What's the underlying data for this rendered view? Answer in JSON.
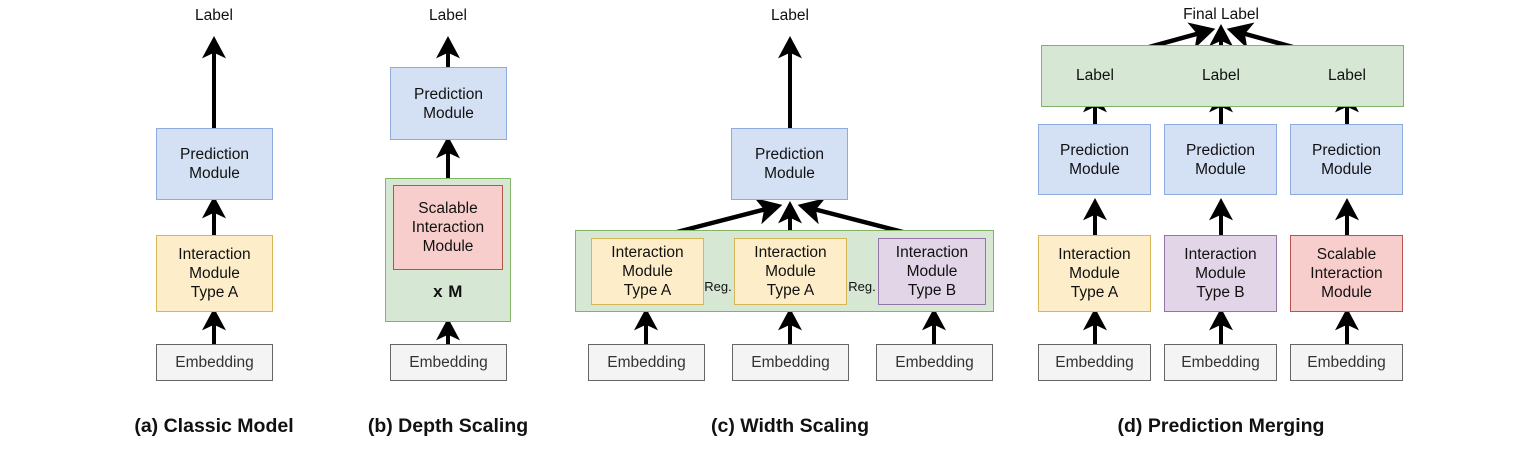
{
  "figure": {
    "panels": [
      {
        "id": "a",
        "caption": "(a) Classic Model",
        "label_top": "Label",
        "nodes": [
          {
            "name": "prediction-module",
            "lines": [
              "Prediction",
              "Module"
            ],
            "color": "#d4e1f5"
          },
          {
            "name": "interaction-module-type-a",
            "lines": [
              "Interaction",
              "Module",
              "Type A"
            ],
            "color": "#fdeec9"
          },
          {
            "name": "embedding",
            "lines": [
              "Embedding"
            ],
            "color": "#f4f4f4"
          }
        ]
      },
      {
        "id": "b",
        "caption": "(b) Depth Scaling",
        "label_top": "Label",
        "repeat_label": "x M",
        "nodes": [
          {
            "name": "prediction-module",
            "lines": [
              "Prediction",
              "Module"
            ],
            "color": "#d4e1f5"
          },
          {
            "name": "scalable-interaction-module",
            "lines": [
              "Scalable",
              "Interaction",
              "Module"
            ],
            "color": "#f8cecc"
          },
          {
            "name": "embedding",
            "lines": [
              "Embedding"
            ],
            "color": "#f4f4f4"
          }
        ]
      },
      {
        "id": "c",
        "caption": "(c) Width Scaling",
        "label_top": "Label",
        "reg_labels": [
          "Reg.",
          "Reg."
        ],
        "nodes": [
          {
            "name": "prediction-module",
            "lines": [
              "Prediction",
              "Module"
            ],
            "color": "#d4e1f5"
          },
          {
            "name": "interaction-module-type-a-left",
            "lines": [
              "Interaction",
              "Module",
              "Type A"
            ],
            "color": "#fdeec9"
          },
          {
            "name": "interaction-module-type-a-center",
            "lines": [
              "Interaction",
              "Module",
              "Type A"
            ],
            "color": "#fdeec9"
          },
          {
            "name": "interaction-module-type-b",
            "lines": [
              "Interaction",
              "Module",
              "Type B"
            ],
            "color": "#e1d5e7"
          },
          {
            "name": "embedding-left",
            "lines": [
              "Embedding"
            ],
            "color": "#f4f4f4"
          },
          {
            "name": "embedding-center",
            "lines": [
              "Embedding"
            ],
            "color": "#f4f4f4"
          },
          {
            "name": "embedding-right",
            "lines": [
              "Embedding"
            ],
            "color": "#f4f4f4"
          }
        ]
      },
      {
        "id": "d",
        "caption": "(d) Prediction Merging",
        "label_top": "Final Label",
        "branch_labels": [
          "Label",
          "Label",
          "Label"
        ],
        "nodes": [
          {
            "name": "prediction-module-left",
            "lines": [
              "Prediction",
              "Module"
            ],
            "color": "#d4e1f5"
          },
          {
            "name": "prediction-module-center",
            "lines": [
              "Prediction",
              "Module"
            ],
            "color": "#d4e1f5"
          },
          {
            "name": "prediction-module-right",
            "lines": [
              "Prediction",
              "Module"
            ],
            "color": "#d4e1f5"
          },
          {
            "name": "interaction-module-type-a",
            "lines": [
              "Interaction",
              "Module",
              "Type A"
            ],
            "color": "#fdeec9"
          },
          {
            "name": "interaction-module-type-b",
            "lines": [
              "Interaction",
              "Module",
              "Type B"
            ],
            "color": "#e1d5e7"
          },
          {
            "name": "scalable-interaction-module",
            "lines": [
              "Scalable",
              "Interaction",
              "Module"
            ],
            "color": "#f8cecc"
          },
          {
            "name": "embedding-left",
            "lines": [
              "Embedding"
            ],
            "color": "#f4f4f4"
          },
          {
            "name": "embedding-center",
            "lines": [
              "Embedding"
            ],
            "color": "#f4f4f4"
          },
          {
            "name": "embedding-right",
            "lines": [
              "Embedding"
            ],
            "color": "#f4f4f4"
          }
        ]
      }
    ],
    "colors": {
      "blue_fill": "#d4e1f5",
      "blue_border": "#8faadc",
      "yellow_fill": "#fdeec9",
      "yellow_border": "#d6b656",
      "red_fill": "#f8cecc",
      "red_border": "#b85450",
      "purple_fill": "#e1d5e7",
      "purple_border": "#9673a6",
      "green_fill": "#d6e8d4",
      "green_border": "#82b366",
      "gray_fill": "#f4f4f4",
      "gray_border": "#666666",
      "arrow": "#000000",
      "background": "#ffffff"
    }
  }
}
